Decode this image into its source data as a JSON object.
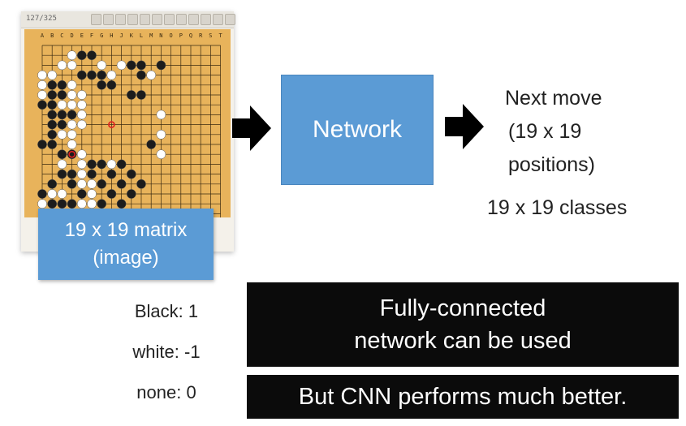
{
  "board": {
    "topbar_number": "127/325",
    "stone_colors": {
      "black": "#1c1c1c",
      "white": "#ffffff",
      "board": "#e8b35b",
      "line": "#3a2a10"
    },
    "column_letters": [
      "A",
      "B",
      "C",
      "D",
      "E",
      "F",
      "G",
      "H",
      "J",
      "K",
      "L",
      "M",
      "N",
      "O",
      "P",
      "Q",
      "R",
      "S",
      "T"
    ],
    "black_stones": [
      [
        1,
        4
      ],
      [
        1,
        5
      ],
      [
        2,
        9
      ],
      [
        2,
        10
      ],
      [
        3,
        10
      ],
      [
        3,
        4
      ],
      [
        3,
        5
      ],
      [
        3,
        6
      ],
      [
        4,
        1
      ],
      [
        4,
        2
      ],
      [
        4,
        6
      ],
      [
        4,
        7
      ],
      [
        5,
        1
      ],
      [
        5,
        2
      ],
      [
        5,
        9
      ],
      [
        6,
        0
      ],
      [
        6,
        1
      ],
      [
        7,
        1
      ],
      [
        7,
        2
      ],
      [
        7,
        3
      ],
      [
        8,
        1
      ],
      [
        8,
        2
      ],
      [
        9,
        1
      ],
      [
        10,
        0
      ],
      [
        10,
        1
      ],
      [
        11,
        2
      ],
      [
        11,
        3
      ],
      [
        12,
        5
      ],
      [
        12,
        6
      ],
      [
        12,
        8
      ],
      [
        13,
        2
      ],
      [
        13,
        3
      ],
      [
        13,
        5
      ],
      [
        13,
        7
      ],
      [
        13,
        9
      ],
      [
        14,
        1
      ],
      [
        14,
        3
      ],
      [
        14,
        6
      ],
      [
        14,
        8
      ],
      [
        14,
        10
      ],
      [
        15,
        0
      ],
      [
        15,
        4
      ],
      [
        15,
        7
      ],
      [
        15,
        9
      ],
      [
        16,
        1
      ],
      [
        16,
        2
      ],
      [
        16,
        3
      ],
      [
        16,
        6
      ],
      [
        16,
        8
      ],
      [
        2,
        12
      ],
      [
        5,
        10
      ],
      [
        10,
        11
      ]
    ],
    "white_stones": [
      [
        1,
        3
      ],
      [
        2,
        2
      ],
      [
        2,
        3
      ],
      [
        2,
        6
      ],
      [
        2,
        8
      ],
      [
        3,
        0
      ],
      [
        3,
        1
      ],
      [
        3,
        7
      ],
      [
        4,
        0
      ],
      [
        4,
        3
      ],
      [
        5,
        0
      ],
      [
        5,
        3
      ],
      [
        5,
        4
      ],
      [
        6,
        2
      ],
      [
        6,
        3
      ],
      [
        6,
        4
      ],
      [
        7,
        4
      ],
      [
        8,
        3
      ],
      [
        8,
        4
      ],
      [
        9,
        2
      ],
      [
        9,
        3
      ],
      [
        10,
        3
      ],
      [
        11,
        4
      ],
      [
        12,
        2
      ],
      [
        12,
        4
      ],
      [
        12,
        7
      ],
      [
        13,
        4
      ],
      [
        14,
        4
      ],
      [
        14,
        5
      ],
      [
        15,
        1
      ],
      [
        15,
        2
      ],
      [
        15,
        5
      ],
      [
        16,
        0
      ],
      [
        16,
        4
      ],
      [
        16,
        5
      ],
      [
        3,
        11
      ],
      [
        7,
        12
      ],
      [
        11,
        12
      ],
      [
        9,
        12
      ]
    ],
    "highlight_stones": [
      [
        8,
        7
      ],
      [
        11,
        3
      ]
    ]
  },
  "matrix_label": {
    "line1": "19 x 19 matrix",
    "line2": "(image)"
  },
  "legend": {
    "black": "Black: 1",
    "white": "white: -1",
    "none": "none: 0"
  },
  "network": {
    "label": "Network"
  },
  "output": {
    "line1": "Next move",
    "line2": "(19 x 19",
    "line3": "positions)",
    "classes": "19 x 19 classes"
  },
  "banners": {
    "fc_line1": "Fully-connected",
    "fc_line2": "network can be used",
    "cnn": "But CNN performs much better."
  }
}
